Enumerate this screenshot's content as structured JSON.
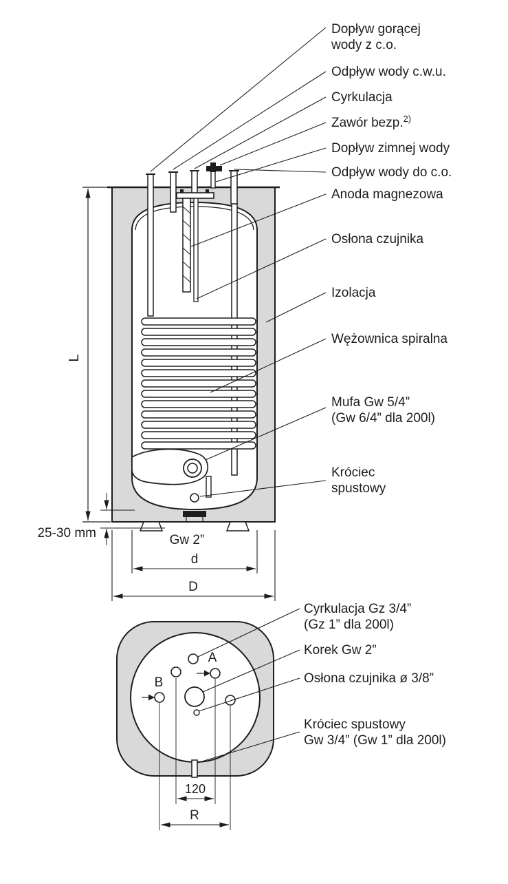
{
  "side_view": {
    "labels": {
      "hot_in_1": "Dopływ gorącej",
      "hot_in_2": "wody z c.o.",
      "dhw_out": "Odpływ wody c.w.u.",
      "circulation": "Cyrkulacja",
      "safety_valve": "Zawór bezp.",
      "safety_valve_sup": "2)",
      "cold_in": "Dopływ zimnej wody",
      "co_return": "Odpływ wody do c.o.",
      "anode": "Anoda magnezowa",
      "sensor_sleeve": "Osłona czujnika",
      "insulation": "Izolacja",
      "coil": "Wężownica spiralna",
      "coupling_1": "Mufa Gw 5/4”",
      "coupling_2": "(Gw 6/4” dla 200l)",
      "drain_1": "Króciec",
      "drain_2": "spustowy"
    },
    "dimensions": {
      "height": "L",
      "feet_gap": "25-30 mm",
      "bottom_thread": "Gw 2”",
      "inner_diameter": "d",
      "outer_diameter": "D"
    }
  },
  "bottom_view": {
    "labels": {
      "circulation_1": "Cyrkulacja Gz 3/4”",
      "circulation_2": "(Gz 1” dla 200l)",
      "plug": "Korek Gw 2”",
      "sensor_sleeve": "Osłona czujnika ø 3/8”",
      "drain_1": "Króciec spustowy",
      "drain_2": "Gw 3/4” (Gw 1” dla 200l)"
    },
    "markers": {
      "a": "A",
      "b": "B"
    },
    "dimensions": {
      "spacing": "120",
      "radius": "R"
    }
  },
  "colors": {
    "line": "#1d1d1f",
    "insulation": "#d9d9d9",
    "background": "#ffffff"
  }
}
